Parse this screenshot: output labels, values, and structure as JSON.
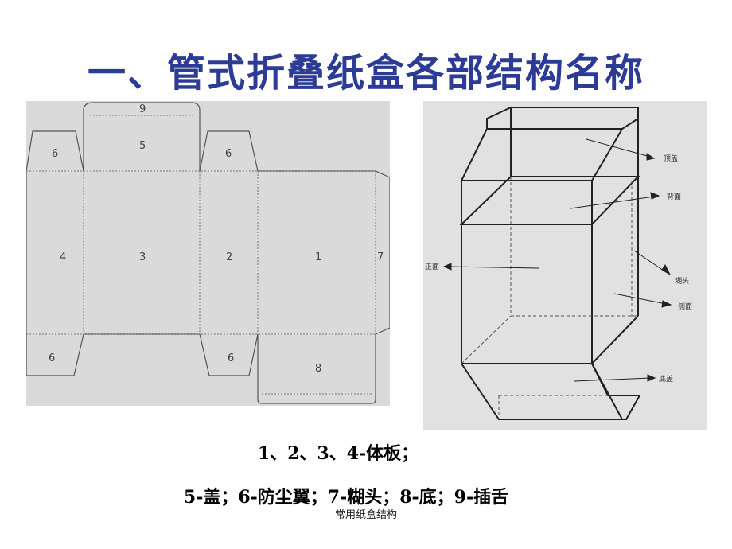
{
  "title": "一、管式折叠纸盒各部结构名称",
  "dieline": {
    "labels": {
      "p1": "1",
      "p2": "2",
      "p3": "3",
      "p4": "4",
      "p5": "5",
      "p6a": "6",
      "p6b": "6",
      "p6c": "6",
      "p6d": "6",
      "p7": "7",
      "p8": "8",
      "p9": "9"
    }
  },
  "box3d": {
    "labels": {
      "top_lid": "顶盖",
      "back": "背面",
      "front": "正面",
      "glue_flap": "糊头",
      "side": "侧面",
      "bottom_lid": "底盖"
    }
  },
  "caption": {
    "line1": "1、2、3、4-体板；",
    "line2": "5-盖；6-防尘翼；7-糊头；8-底；9-插舌"
  },
  "footer": "常用纸盒结构"
}
